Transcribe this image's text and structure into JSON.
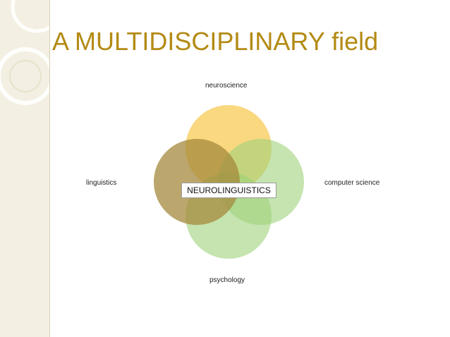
{
  "slide": {
    "title": "A MULTIDISCIPLINARY field"
  },
  "diagram": {
    "center": "NEUROLINGUISTICS",
    "fields": {
      "top": "neuroscience",
      "right": "computer science",
      "bottom": "psychology",
      "left": "linguistics"
    }
  },
  "colors": {
    "title": "#b38a14",
    "circle_top": "#f8c84a",
    "circle_right": "#9ed279",
    "circle_bottom": "#9ed279",
    "circle_left": "#a48a3c",
    "sidebar": "#f3efe2"
  }
}
